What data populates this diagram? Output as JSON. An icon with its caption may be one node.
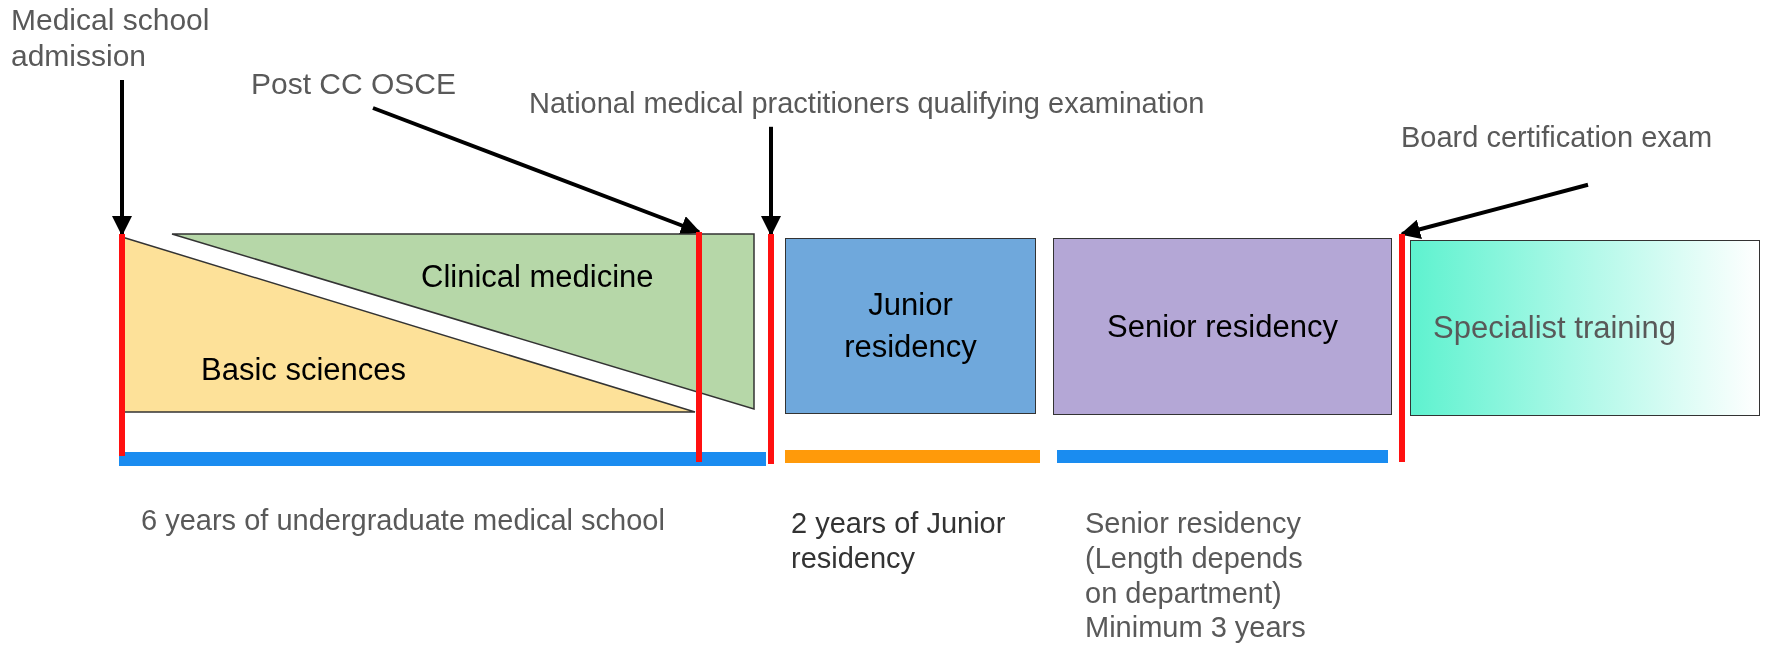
{
  "diagram": {
    "nodes": [
      {
        "text": [
          "Medical school admission"
        ]
      },
      {
        "text": [
          "Post CC OSCE"
        ]
      },
      {
        "text": [
          "National medical practitioners qualifying examination"
        ]
      },
      {
        "text": [
          "Board certification exam"
        ]
      },
      {
        "text": [],
        "shape": "bar"
      },
      {
        "text": [],
        "shape": "bar"
      },
      {
        "text": [],
        "shape": "bar"
      },
      {
        "text": [],
        "shape": "bar"
      },
      {
        "text": [
          "Basic sciences"
        ]
      },
      {
        "text": [
          "Clinical medicine"
        ]
      },
      {
        "text": [
          "Junior residency"
        ]
      },
      {
        "text": [
          "Senior residency"
        ]
      },
      {
        "text": [
          "Specialist training"
        ]
      },
      {
        "text": [],
        "shape": "bar"
      },
      {
        "text": [],
        "shape": "bar"
      },
      {
        "text": [],
        "shape": "bar"
      }
    ],
    "edges": [
      {
        "from": 0,
        "to": 4,
        "arrow": "to"
      },
      {
        "from": 1,
        "to": 5,
        "arrow": "to"
      },
      {
        "from": 2,
        "to": 6,
        "arrow": "to"
      },
      {
        "from": 3,
        "to": 7,
        "arrow": "to"
      }
    ],
    "labels": [
      "6 years of undergraduate medical school",
      "2 years of Junior residency",
      "Senior residency (Length depends on department) Minimum 3 years"
    ]
  }
}
